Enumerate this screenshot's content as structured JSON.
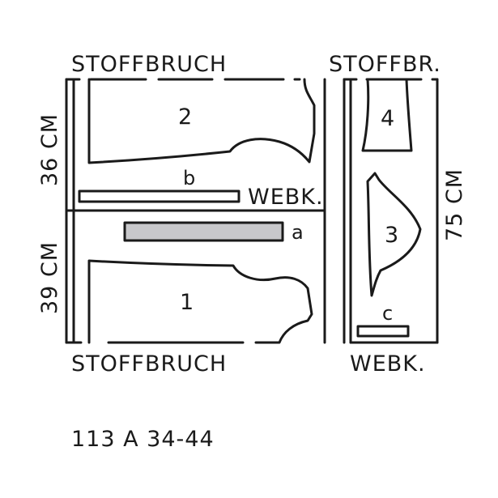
{
  "labels": {
    "fold_top_left": "STOFFBRUCH",
    "fold_top_right": "STOFFBR.",
    "fold_bottom_left": "STOFFBRUCH",
    "selvage_mid": "WEBK.",
    "selvage_bottom_right": "WEBK.",
    "dim_upper_left": "36 CM",
    "dim_lower_left": "39 CM",
    "dim_right": "75 CM",
    "caption": "113 A 34-44"
  },
  "pieces": {
    "piece_1": "1",
    "piece_2": "2",
    "piece_3": "3",
    "piece_4": "4",
    "piece_a": "a",
    "piece_b": "b",
    "piece_c": "c"
  },
  "colors": {
    "line": "#1a1a1a",
    "piece_a_fill": "#c8c8cb"
  }
}
